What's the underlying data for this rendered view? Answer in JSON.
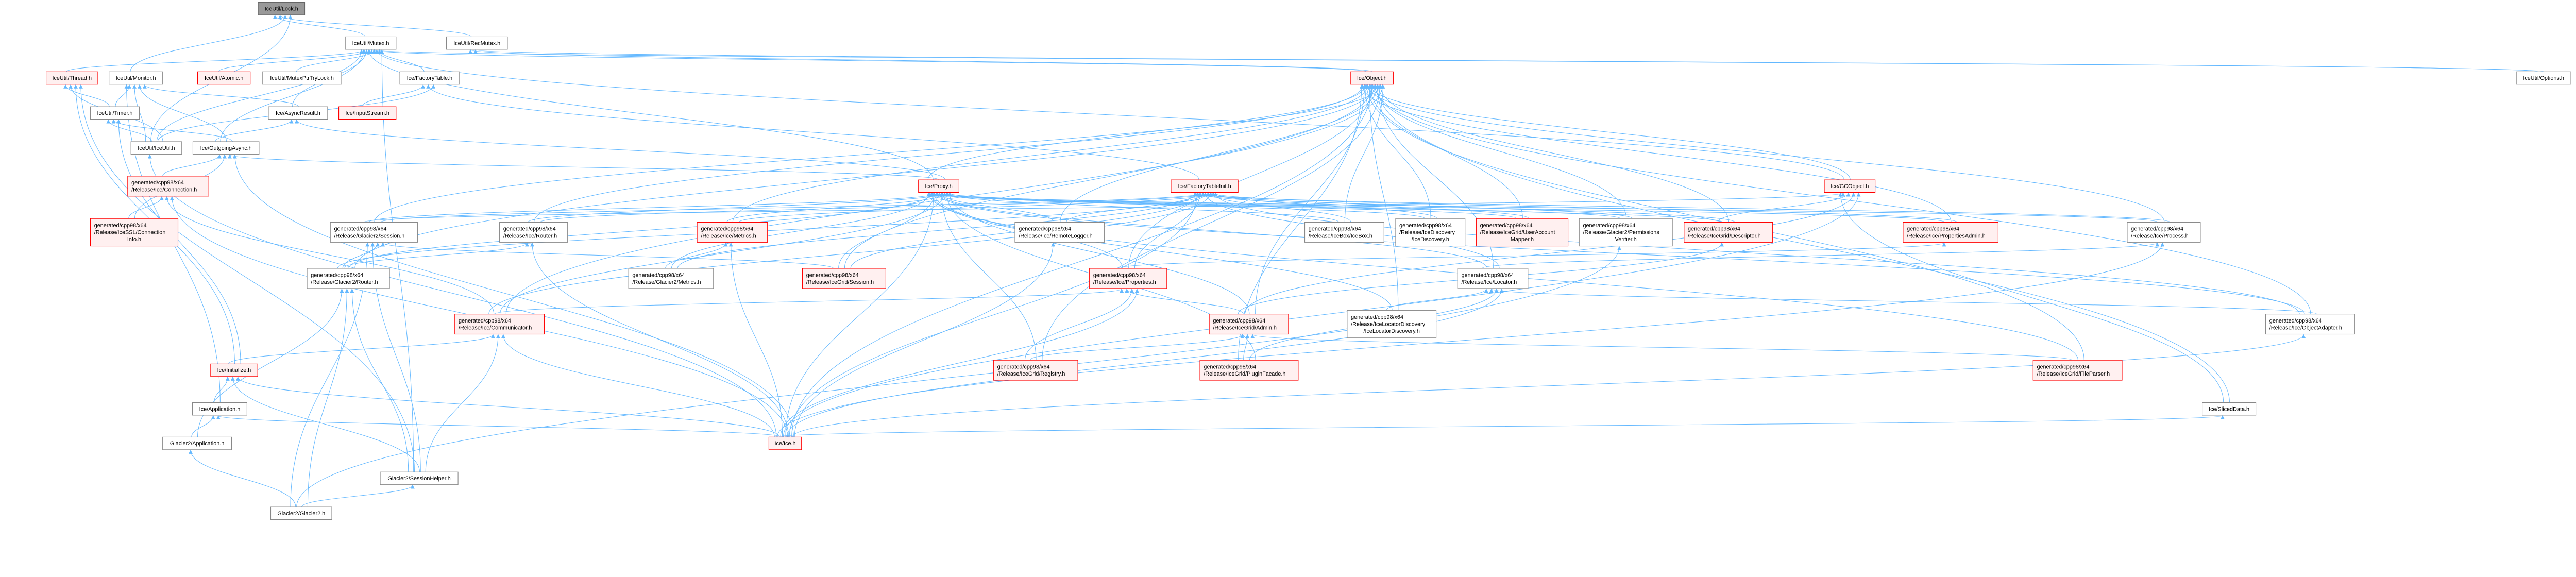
{
  "title": "IceUtil/Lock.h",
  "colors": {
    "edge": "#63b8ff",
    "truncated_border": "#ff0000",
    "truncated_fill": "#fff0f0",
    "current_fill": "#999999"
  },
  "nodes": {
    "lock": {
      "kind": "current",
      "lines": [
        "IceUtil/Lock.h"
      ]
    },
    "mutex": {
      "kind": "normal",
      "lines": [
        "IceUtil/Mutex.h"
      ]
    },
    "recmutex": {
      "kind": "normal",
      "lines": [
        "IceUtil/RecMutex.h"
      ]
    },
    "thread": {
      "kind": "truncated",
      "lines": [
        "IceUtil/Thread.h"
      ]
    },
    "monitor": {
      "kind": "normal",
      "lines": [
        "IceUtil/Monitor.h"
      ]
    },
    "atomic": {
      "kind": "truncated",
      "lines": [
        "IceUtil/Atomic.h"
      ]
    },
    "mutexptr": {
      "kind": "normal",
      "lines": [
        "IceUtil/MutexPtrTryLock.h"
      ]
    },
    "factorytable": {
      "kind": "normal",
      "lines": [
        "Ice/FactoryTable.h"
      ]
    },
    "object": {
      "kind": "truncated",
      "lines": [
        "Ice/Object.h"
      ]
    },
    "options": {
      "kind": "normal",
      "lines": [
        "IceUtil/Options.h"
      ]
    },
    "timer": {
      "kind": "normal",
      "lines": [
        "IceUtil/Timer.h"
      ]
    },
    "asyncresult": {
      "kind": "normal",
      "lines": [
        "Ice/AsyncResult.h"
      ]
    },
    "inputstream": {
      "kind": "truncated",
      "lines": [
        "Ice/InputStream.h"
      ]
    },
    "iceutil": {
      "kind": "normal",
      "lines": [
        "IceUtil/IceUtil.h"
      ]
    },
    "outgoingasync": {
      "kind": "normal",
      "lines": [
        "Ice/OutgoingAsync.h"
      ]
    },
    "connection": {
      "kind": "truncated",
      "lines": [
        "generated/cpp98/x64",
        "/Release/Ice/Connection.h"
      ]
    },
    "proxy": {
      "kind": "truncated",
      "lines": [
        "Ice/Proxy.h"
      ]
    },
    "factorytableinit": {
      "kind": "truncated",
      "lines": [
        "Ice/FactoryTableInit.h"
      ]
    },
    "gcobject": {
      "kind": "truncated",
      "lines": [
        "Ice/GCObject.h"
      ]
    },
    "connectioninfo": {
      "kind": "truncated",
      "lines": [
        "generated/cpp98/x64",
        "/Release/IceSSL/Connection",
        "Info.h"
      ]
    },
    "g2session": {
      "kind": "normal",
      "lines": [
        "generated/cpp98/x64",
        "/Release/Glacier2/Session.h"
      ]
    },
    "icerouter": {
      "kind": "normal",
      "lines": [
        "generated/cpp98/x64",
        "/Release/Ice/Router.h"
      ]
    },
    "icemetrics": {
      "kind": "truncated",
      "lines": [
        "generated/cpp98/x64",
        "/Release/Ice/Metrics.h"
      ]
    },
    "remotelogger": {
      "kind": "normal",
      "lines": [
        "generated/cpp98/x64",
        "/Release/Ice/RemoteLogger.h"
      ]
    },
    "icebox": {
      "kind": "normal",
      "lines": [
        "generated/cpp98/x64",
        "/Release/IceBox/IceBox.h"
      ]
    },
    "icediscovery": {
      "kind": "normal",
      "lines": [
        "generated/cpp98/x64",
        "/Release/IceDiscovery",
        "/IceDiscovery.h"
      ]
    },
    "useraccountmapper": {
      "kind": "truncated",
      "lines": [
        "generated/cpp98/x64",
        "/Release/IceGrid/UserAccount",
        "Mapper.h"
      ]
    },
    "permissionsverifier": {
      "kind": "normal",
      "lines": [
        "generated/cpp98/x64",
        "/Release/Glacier2/Permissions",
        "Verifier.h"
      ]
    },
    "descriptor": {
      "kind": "truncated",
      "lines": [
        "generated/cpp98/x64",
        "/Release/IceGrid/Descriptor.h"
      ]
    },
    "propertiesadmin": {
      "kind": "truncated",
      "lines": [
        "generated/cpp98/x64",
        "/Release/Ice/PropertiesAdmin.h"
      ]
    },
    "process": {
      "kind": "normal",
      "lines": [
        "generated/cpp98/x64",
        "/Release/Ice/Process.h"
      ]
    },
    "g2router": {
      "kind": "normal",
      "lines": [
        "generated/cpp98/x64",
        "/Release/Glacier2/Router.h"
      ]
    },
    "g2metrics": {
      "kind": "normal",
      "lines": [
        "generated/cpp98/x64",
        "/Release/Glacier2/Metrics.h"
      ]
    },
    "icegridsession": {
      "kind": "truncated",
      "lines": [
        "generated/cpp98/x64",
        "/Release/IceGrid/Session.h"
      ]
    },
    "properties": {
      "kind": "truncated",
      "lines": [
        "generated/cpp98/x64",
        "/Release/Ice/Properties.h"
      ]
    },
    "locator": {
      "kind": "normal",
      "lines": [
        "generated/cpp98/x64",
        "/Release/Ice/Locator.h"
      ]
    },
    "communicator": {
      "kind": "truncated",
      "lines": [
        "generated/cpp98/x64",
        "/Release/Ice/Communicator.h"
      ]
    },
    "admin": {
      "kind": "truncated",
      "lines": [
        "generated/cpp98/x64",
        "/Release/IceGrid/Admin.h"
      ]
    },
    "icelocatordiscovery": {
      "kind": "normal",
      "lines": [
        "generated/cpp98/x64",
        "/Release/IceLocatorDiscovery",
        "/IceLocatorDiscovery.h"
      ]
    },
    "objectadapter": {
      "kind": "normal",
      "lines": [
        "generated/cpp98/x64",
        "/Release/Ice/ObjectAdapter.h"
      ]
    },
    "registry": {
      "kind": "truncated",
      "lines": [
        "generated/cpp98/x64",
        "/Release/IceGrid/Registry.h"
      ]
    },
    "pluginfacade": {
      "kind": "truncated",
      "lines": [
        "generated/cpp98/x64",
        "/Release/IceGrid/PluginFacade.h"
      ]
    },
    "fileparser": {
      "kind": "truncated",
      "lines": [
        "generated/cpp98/x64",
        "/Release/IceGrid/FileParser.h"
      ]
    },
    "initialize": {
      "kind": "truncated",
      "lines": [
        "Ice/Initialize.h"
      ]
    },
    "application": {
      "kind": "normal",
      "lines": [
        "Ice/Application.h"
      ]
    },
    "slicedData": {
      "kind": "normal",
      "lines": [
        "Ice/SlicedData.h"
      ]
    },
    "icehdr": {
      "kind": "truncated",
      "lines": [
        "Ice/Ice.h"
      ]
    },
    "g2application": {
      "kind": "normal",
      "lines": [
        "Glacier2/Application.h"
      ]
    },
    "sessionhelper": {
      "kind": "normal",
      "lines": [
        "Glacier2/SessionHelper.h"
      ]
    },
    "glacier2": {
      "kind": "normal",
      "lines": [
        "Glacier2/Glacier2.h"
      ]
    }
  },
  "edges": [
    [
      "mutex",
      "lock"
    ],
    [
      "recmutex",
      "lock"
    ],
    [
      "monitor",
      "lock"
    ],
    [
      "iceutil",
      "lock"
    ],
    [
      "thread",
      "mutex"
    ],
    [
      "atomic",
      "mutex"
    ],
    [
      "mutexptr",
      "mutex"
    ],
    [
      "factorytable",
      "mutex"
    ],
    [
      "iceutil",
      "mutex"
    ],
    [
      "asyncresult",
      "mutex"
    ],
    [
      "object",
      "mutex"
    ],
    [
      "gcobject",
      "mutex"
    ],
    [
      "sessionhelper",
      "mutex"
    ],
    [
      "outgoingasync",
      "mutex"
    ],
    [
      "proxy",
      "mutex"
    ],
    [
      "object",
      "recmutex"
    ],
    [
      "options",
      "recmutex"
    ],
    [
      "options",
      "mutex"
    ],
    [
      "timer",
      "thread"
    ],
    [
      "timer",
      "monitor"
    ],
    [
      "iceutil",
      "thread"
    ],
    [
      "iceutil",
      "monitor"
    ],
    [
      "iceutil",
      "timer"
    ],
    [
      "outgoingasync",
      "monitor"
    ],
    [
      "outgoingasync",
      "timer"
    ],
    [
      "asyncresult",
      "monitor"
    ],
    [
      "outgoingasync",
      "asyncresult"
    ],
    [
      "inputstream",
      "factorytable"
    ],
    [
      "factorytableinit",
      "factorytable"
    ],
    [
      "iceutil",
      "factorytable"
    ],
    [
      "connection",
      "outgoingasync"
    ],
    [
      "connectioninfo",
      "connection"
    ],
    [
      "connectioninfo",
      "outgoingasync"
    ],
    [
      "communicator",
      "connection"
    ],
    [
      "proxy",
      "outgoingasync"
    ],
    [
      "proxy",
      "asyncresult"
    ],
    [
      "proxy",
      "object"
    ],
    [
      "gcobject",
      "object"
    ],
    [
      "initialize",
      "communicator"
    ],
    [
      "initialize",
      "thread"
    ],
    [
      "initialize",
      "timer"
    ],
    [
      "application",
      "initialize"
    ],
    [
      "application",
      "monitor"
    ],
    [
      "g2application",
      "application"
    ],
    [
      "g2application",
      "g2router"
    ],
    [
      "glacier2",
      "g2application"
    ],
    [
      "glacier2",
      "sessionhelper"
    ],
    [
      "glacier2",
      "g2router"
    ],
    [
      "glacier2",
      "g2session"
    ],
    [
      "glacier2",
      "permissionsverifier"
    ],
    [
      "sessionhelper",
      "initialize"
    ],
    [
      "sessionhelper",
      "communicator"
    ],
    [
      "sessionhelper",
      "g2router"
    ],
    [
      "sessionhelper",
      "thread"
    ],
    [
      "sessionhelper",
      "g2session"
    ],
    [
      "g2router",
      "g2session"
    ],
    [
      "g2router",
      "proxy"
    ],
    [
      "g2router",
      "object"
    ],
    [
      "g2router",
      "factorytableinit"
    ],
    [
      "g2router",
      "icerouter"
    ],
    [
      "g2session",
      "proxy"
    ],
    [
      "g2session",
      "object"
    ],
    [
      "g2session",
      "factorytableinit"
    ],
    [
      "g2session",
      "gcobject"
    ],
    [
      "icerouter",
      "proxy"
    ],
    [
      "icerouter",
      "object"
    ],
    [
      "icerouter",
      "factorytableinit"
    ],
    [
      "icemetrics",
      "proxy"
    ],
    [
      "icemetrics",
      "object"
    ],
    [
      "icemetrics",
      "factorytableinit"
    ],
    [
      "g2metrics",
      "icemetrics"
    ],
    [
      "g2metrics",
      "proxy"
    ],
    [
      "g2metrics",
      "factorytableinit"
    ],
    [
      "icegridsession",
      "proxy"
    ],
    [
      "icegridsession",
      "object"
    ],
    [
      "icegridsession",
      "factorytableinit"
    ],
    [
      "icegridsession",
      "g2session"
    ],
    [
      "remotelogger",
      "proxy"
    ],
    [
      "remotelogger",
      "object"
    ],
    [
      "remotelogger",
      "factorytableinit"
    ],
    [
      "icebox",
      "proxy"
    ],
    [
      "icebox",
      "object"
    ],
    [
      "icebox",
      "factorytableinit"
    ],
    [
      "icediscovery",
      "proxy"
    ],
    [
      "icediscovery",
      "object"
    ],
    [
      "icediscovery",
      "factorytableinit"
    ],
    [
      "useraccountmapper",
      "proxy"
    ],
    [
      "useraccountmapper",
      "object"
    ],
    [
      "useraccountmapper",
      "factorytableinit"
    ],
    [
      "permissionsverifier",
      "proxy"
    ],
    [
      "permissionsverifier",
      "object"
    ],
    [
      "permissionsverifier",
      "factorytableinit"
    ],
    [
      "descriptor",
      "proxy"
    ],
    [
      "descriptor",
      "object"
    ],
    [
      "descriptor",
      "factorytableinit"
    ],
    [
      "descriptor",
      "gcobject"
    ],
    [
      "propertiesadmin",
      "proxy"
    ],
    [
      "propertiesadmin",
      "object"
    ],
    [
      "propertiesadmin",
      "factorytableinit"
    ],
    [
      "process",
      "proxy"
    ],
    [
      "process",
      "object"
    ],
    [
      "process",
      "factorytableinit"
    ],
    [
      "properties",
      "proxy"
    ],
    [
      "properties",
      "object"
    ],
    [
      "properties",
      "factorytableinit"
    ],
    [
      "properties",
      "propertiesadmin"
    ],
    [
      "locator",
      "proxy"
    ],
    [
      "locator",
      "object"
    ],
    [
      "locator",
      "factorytableinit"
    ],
    [
      "locator",
      "process"
    ],
    [
      "communicator",
      "proxy"
    ],
    [
      "communicator",
      "object"
    ],
    [
      "communicator",
      "factorytableinit"
    ],
    [
      "communicator",
      "properties"
    ],
    [
      "admin",
      "properties"
    ],
    [
      "admin",
      "proxy"
    ],
    [
      "admin",
      "object"
    ],
    [
      "admin",
      "descriptor"
    ],
    [
      "admin",
      "gcobject"
    ],
    [
      "icelocatordiscovery",
      "locator"
    ],
    [
      "icelocatordiscovery",
      "proxy"
    ],
    [
      "icelocatordiscovery",
      "object"
    ],
    [
      "objectadapter",
      "proxy"
    ],
    [
      "objectadapter",
      "object"
    ],
    [
      "objectadapter",
      "locator"
    ],
    [
      "objectadapter",
      "factorytableinit"
    ],
    [
      "registry",
      "admin"
    ],
    [
      "registry",
      "proxy"
    ],
    [
      "registry",
      "object"
    ],
    [
      "registry",
      "properties"
    ],
    [
      "pluginfacade",
      "admin"
    ],
    [
      "pluginfacade",
      "locator"
    ],
    [
      "pluginfacade",
      "proxy"
    ],
    [
      "pluginfacade",
      "object"
    ],
    [
      "fileparser",
      "admin"
    ],
    [
      "fileparser",
      "proxy"
    ],
    [
      "fileparser",
      "object"
    ],
    [
      "icehdr",
      "initialize"
    ],
    [
      "icehdr",
      "proxy"
    ],
    [
      "icehdr",
      "object"
    ],
    [
      "icehdr",
      "communicator"
    ],
    [
      "icehdr",
      "properties"
    ],
    [
      "icehdr",
      "locator"
    ],
    [
      "icehdr",
      "objectadapter"
    ],
    [
      "icehdr",
      "slicedData"
    ],
    [
      "icehdr",
      "application"
    ],
    [
      "icehdr",
      "connection"
    ],
    [
      "icehdr",
      "outgoingasync"
    ],
    [
      "icehdr",
      "iceutil"
    ],
    [
      "icehdr",
      "icemetrics"
    ],
    [
      "icehdr",
      "icerouter"
    ],
    [
      "icehdr",
      "remotelogger"
    ],
    [
      "icehdr",
      "process"
    ],
    [
      "icehdr",
      "gcobject"
    ],
    [
      "icehdr",
      "factorytableinit"
    ],
    [
      "slicedData",
      "gcobject"
    ],
    [
      "slicedData",
      "object"
    ]
  ]
}
